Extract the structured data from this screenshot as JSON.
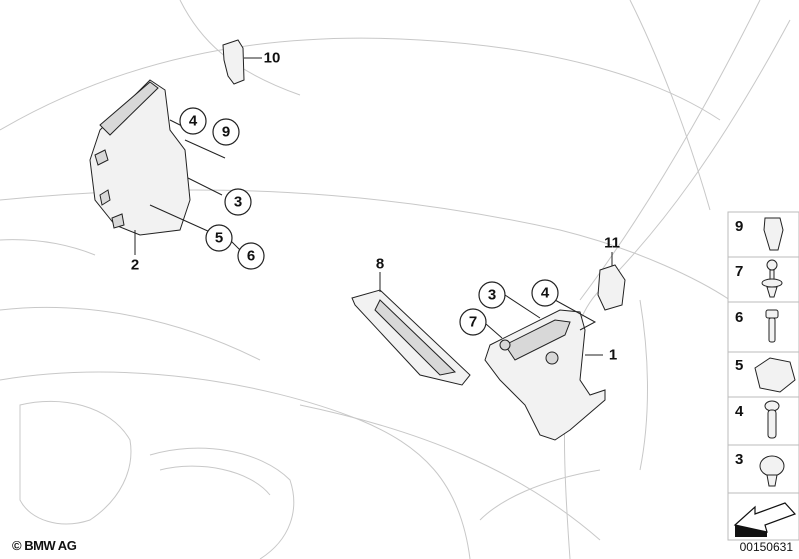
{
  "diagram": {
    "callouts": [
      {
        "id": "label-10",
        "text": "10"
      },
      {
        "id": "label-4-left",
        "text": "4"
      },
      {
        "id": "label-9-left",
        "text": "9"
      },
      {
        "id": "label-3-left",
        "text": "3"
      },
      {
        "id": "label-5-left",
        "text": "5"
      },
      {
        "id": "label-6-left",
        "text": "6"
      },
      {
        "id": "label-2",
        "text": "2"
      },
      {
        "id": "label-8",
        "text": "8"
      },
      {
        "id": "label-11",
        "text": "11"
      },
      {
        "id": "label-3-right",
        "text": "3"
      },
      {
        "id": "label-4-right",
        "text": "4"
      },
      {
        "id": "label-7",
        "text": "7"
      },
      {
        "id": "label-1",
        "text": "1"
      }
    ],
    "legend": [
      "9",
      "7",
      "6",
      "5",
      "4",
      "3"
    ],
    "copyright": "© BMW AG",
    "doc_number": "00150631"
  }
}
